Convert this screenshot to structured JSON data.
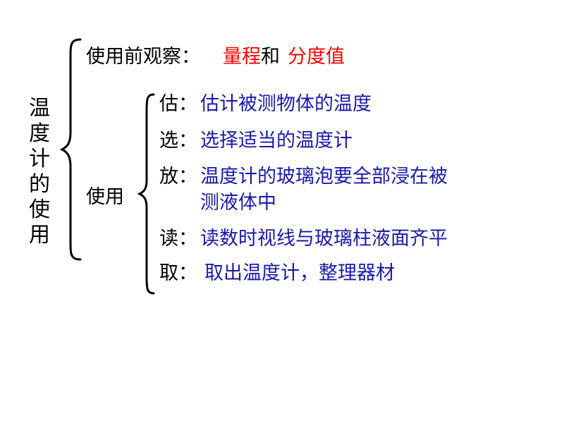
{
  "title_chars": [
    "温",
    "度",
    "计",
    "的",
    "使",
    "用"
  ],
  "before_use": {
    "label": "使用前观察：",
    "item1": "量程",
    "connector": "和",
    "item2": "分度值"
  },
  "use": {
    "label": "使用",
    "steps": [
      {
        "key": "估：",
        "text": "估计被测物体的温度"
      },
      {
        "key": "选：",
        "text": "选择适当的温度计"
      },
      {
        "key": "放：",
        "text": "温度计的玻璃泡要全部浸在被",
        "text_cont": "测液体中"
      },
      {
        "key": "读：",
        "text": "读数时视线与玻璃柱液面齐平"
      },
      {
        "key": "取：",
        "text": "取出温度计，整理器材"
      }
    ]
  },
  "colors": {
    "emphasis": "#ff0000",
    "step_text": "#1a1aa6",
    "label": "#000000"
  }
}
